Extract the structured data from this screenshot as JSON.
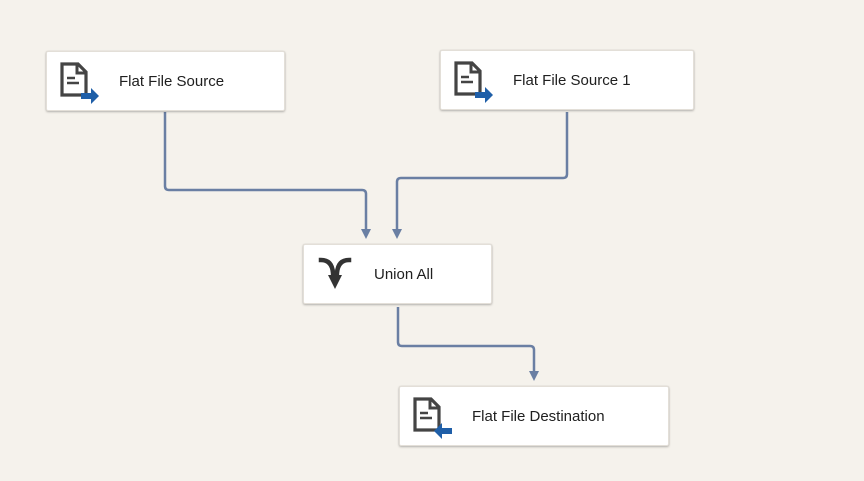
{
  "nodes": {
    "flat_file_source": {
      "label": "Flat File Source",
      "icon": "flat-file-source-icon"
    },
    "flat_file_source_1": {
      "label": "Flat File Source 1",
      "icon": "flat-file-source-icon"
    },
    "union_all": {
      "label": "Union All",
      "icon": "union-all-icon"
    },
    "flat_file_destination": {
      "label": "Flat File Destination",
      "icon": "flat-file-destination-icon"
    }
  },
  "colors": {
    "canvas_background": "#f5f2ec",
    "connector": "#6a7fa3",
    "node_background": "#ffffff",
    "icon_document": "#444444",
    "icon_arrow": "#1f5fa8"
  }
}
